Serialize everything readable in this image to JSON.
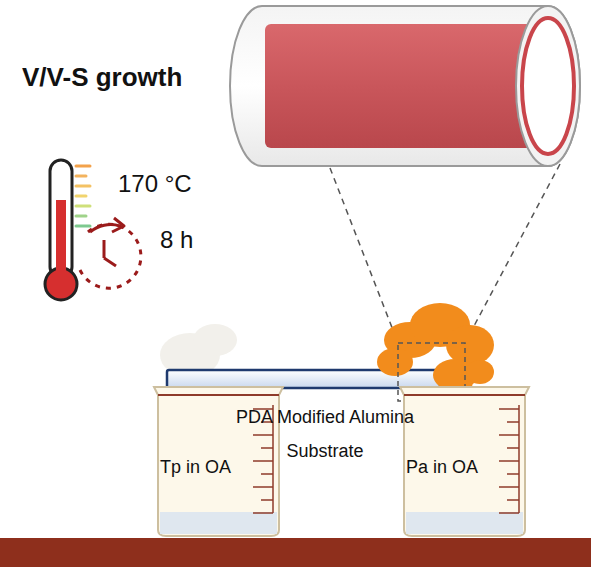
{
  "diagram": {
    "title": "V/V-S growth",
    "nodes": [
      {
        "text": [
          "Tp in OA"
        ]
      },
      {
        "text": [
          "Pa in OA"
        ]
      }
    ],
    "labels": [
      "170 °C",
      "8 h",
      "PDA Modified Alumina Substrate"
    ]
  }
}
